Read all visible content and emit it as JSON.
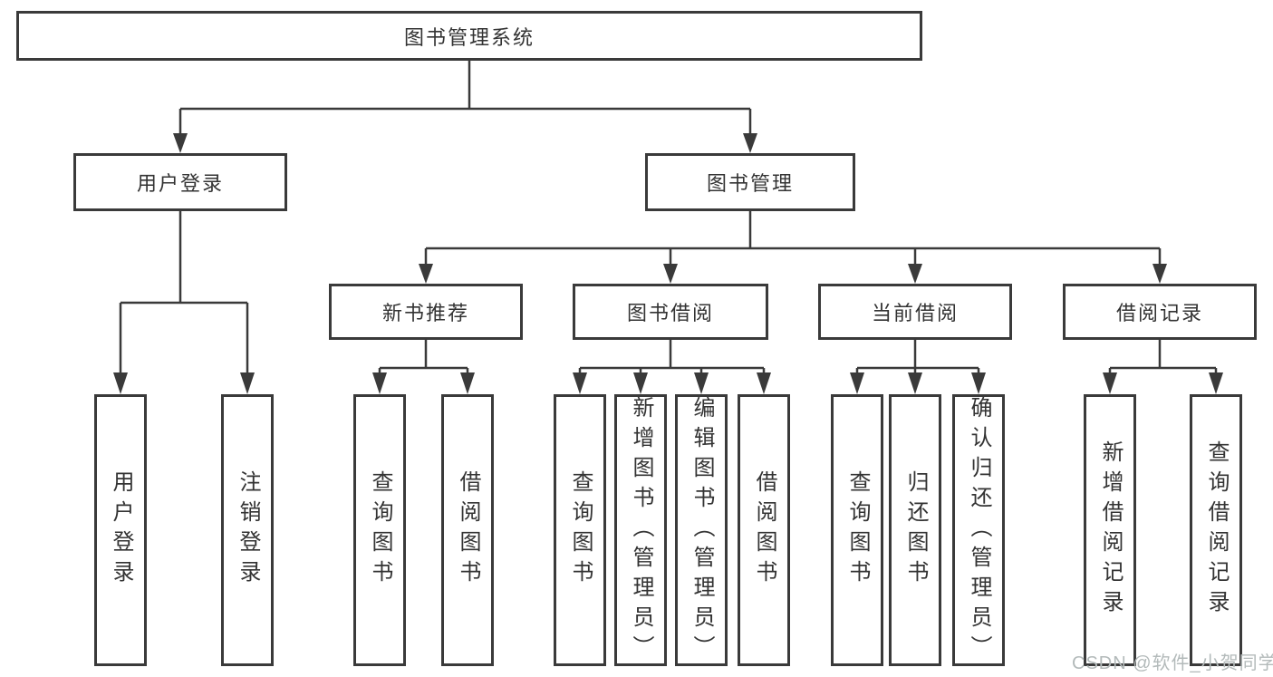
{
  "diagram": {
    "title_node": "图书管理系统",
    "colors": {
      "line": "#3a3a3a",
      "text": "#333333",
      "background": "#ffffff",
      "watermark": "#b3baba"
    },
    "watermark": "CSDN @软件_小贺同学",
    "tree": {
      "root": {
        "label": "图书管理系统",
        "children": [
          {
            "label": "用户登录",
            "children": [
              {
                "label": "用户登录"
              },
              {
                "label": "注销登录"
              }
            ]
          },
          {
            "label": "图书管理",
            "children": [
              {
                "label": "新书推荐",
                "children": [
                  {
                    "label": "查询图书"
                  },
                  {
                    "label": "借阅图书"
                  }
                ]
              },
              {
                "label": "图书借阅",
                "children": [
                  {
                    "label": "查询图书"
                  },
                  {
                    "label": "新增图书（管理员）"
                  },
                  {
                    "label": "编辑图书（管理员）"
                  },
                  {
                    "label": "借阅图书"
                  }
                ]
              },
              {
                "label": "当前借阅",
                "children": [
                  {
                    "label": "查询图书"
                  },
                  {
                    "label": "归还图书"
                  },
                  {
                    "label": "确认归还（管理员）"
                  }
                ]
              },
              {
                "label": "借阅记录",
                "children": [
                  {
                    "label": "新增借阅记录"
                  },
                  {
                    "label": "查询借阅记录"
                  }
                ]
              }
            ]
          }
        ]
      }
    }
  }
}
